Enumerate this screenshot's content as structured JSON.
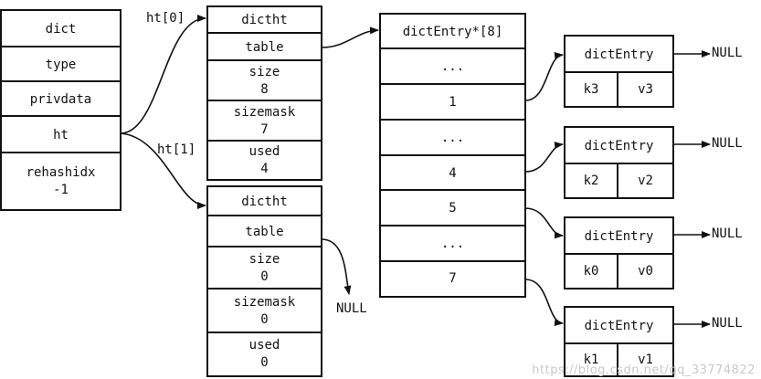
{
  "dict": {
    "fields": [
      "dict",
      "type",
      "privdata",
      "ht",
      "rehashidx",
      "-1"
    ]
  },
  "labels": {
    "ht0": "ht[0]",
    "ht1": "ht[1]",
    "null_ht1": "NULL"
  },
  "dictht0": {
    "title": "dictht",
    "table": "table",
    "size_label": "size",
    "size_value": "8",
    "sizemask_label": "sizemask",
    "sizemask_value": "7",
    "used_label": "used",
    "used_value": "4"
  },
  "dictht1": {
    "title": "dictht",
    "table": "table",
    "size_label": "size",
    "size_value": "0",
    "sizemask_label": "sizemask",
    "sizemask_value": "0",
    "used_label": "used",
    "used_value": "0"
  },
  "array": {
    "title": "dictEntry*[8]",
    "slots": [
      "...",
      "1",
      "...",
      "4",
      "5",
      "...",
      "7"
    ]
  },
  "entries": [
    {
      "title": "dictEntry",
      "key": "k3",
      "value": "v3",
      "next": "NULL"
    },
    {
      "title": "dictEntry",
      "key": "k2",
      "value": "v2",
      "next": "NULL"
    },
    {
      "title": "dictEntry",
      "key": "k0",
      "value": "v0",
      "next": "NULL"
    },
    {
      "title": "dictEntry",
      "key": "k1",
      "value": "v1",
      "next": "NULL"
    }
  ],
  "watermark": "https://blog.csdn.net/qq_33774822"
}
